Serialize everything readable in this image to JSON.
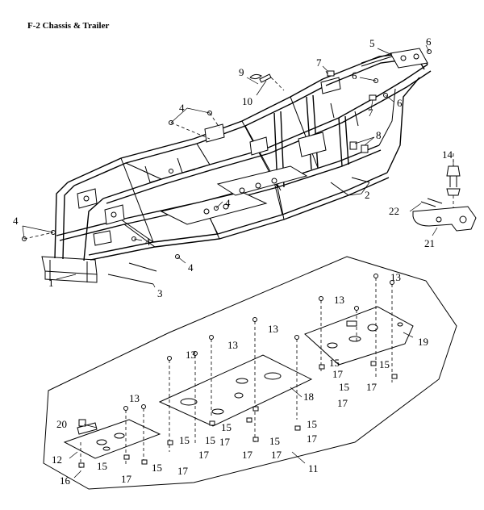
{
  "title": "F-2  Chassis & Trailer",
  "callouts": [
    {
      "id": "c1",
      "text": "1"
    },
    {
      "id": "c2",
      "text": "2"
    },
    {
      "id": "c3",
      "text": "3"
    },
    {
      "id": "c4a",
      "text": "4"
    },
    {
      "id": "c4b",
      "text": "4"
    },
    {
      "id": "c4c",
      "text": "4"
    },
    {
      "id": "c4d",
      "text": "4"
    },
    {
      "id": "c4e",
      "text": "4"
    },
    {
      "id": "c5",
      "text": "5"
    },
    {
      "id": "c6a",
      "text": "6"
    },
    {
      "id": "c6b",
      "text": "6"
    },
    {
      "id": "c6c",
      "text": "6"
    },
    {
      "id": "c7a",
      "text": "7"
    },
    {
      "id": "c7b",
      "text": "7"
    },
    {
      "id": "c8",
      "text": "8"
    },
    {
      "id": "c9",
      "text": "9"
    },
    {
      "id": "c10",
      "text": "10"
    },
    {
      "id": "c11",
      "text": "11"
    },
    {
      "id": "c12",
      "text": "12"
    },
    {
      "id": "c13a",
      "text": "13"
    },
    {
      "id": "c13b",
      "text": "13"
    },
    {
      "id": "c13c",
      "text": "13"
    },
    {
      "id": "c13d",
      "text": "13"
    },
    {
      "id": "c13e",
      "text": "13"
    },
    {
      "id": "c13f",
      "text": "13"
    },
    {
      "id": "c14",
      "text": "14"
    },
    {
      "id": "c15a",
      "text": "15"
    },
    {
      "id": "c15b",
      "text": "15"
    },
    {
      "id": "c15c",
      "text": "15"
    },
    {
      "id": "c15d",
      "text": "15"
    },
    {
      "id": "c15e",
      "text": "15"
    },
    {
      "id": "c15f",
      "text": "15"
    },
    {
      "id": "c15g",
      "text": "15"
    },
    {
      "id": "c15h",
      "text": "15"
    },
    {
      "id": "c15i",
      "text": "15"
    },
    {
      "id": "c15j",
      "text": "15"
    },
    {
      "id": "c16",
      "text": "16"
    },
    {
      "id": "c17a",
      "text": "17"
    },
    {
      "id": "c17b",
      "text": "17"
    },
    {
      "id": "c17c",
      "text": "17"
    },
    {
      "id": "c17d",
      "text": "17"
    },
    {
      "id": "c17e",
      "text": "17"
    },
    {
      "id": "c17f",
      "text": "17"
    },
    {
      "id": "c17g",
      "text": "17"
    },
    {
      "id": "c17h",
      "text": "17"
    },
    {
      "id": "c17i",
      "text": "17"
    },
    {
      "id": "c17j",
      "text": "17"
    },
    {
      "id": "c18",
      "text": "18"
    },
    {
      "id": "c19",
      "text": "19"
    },
    {
      "id": "c20",
      "text": "20"
    },
    {
      "id": "c21",
      "text": "21"
    },
    {
      "id": "c22",
      "text": "22"
    }
  ]
}
